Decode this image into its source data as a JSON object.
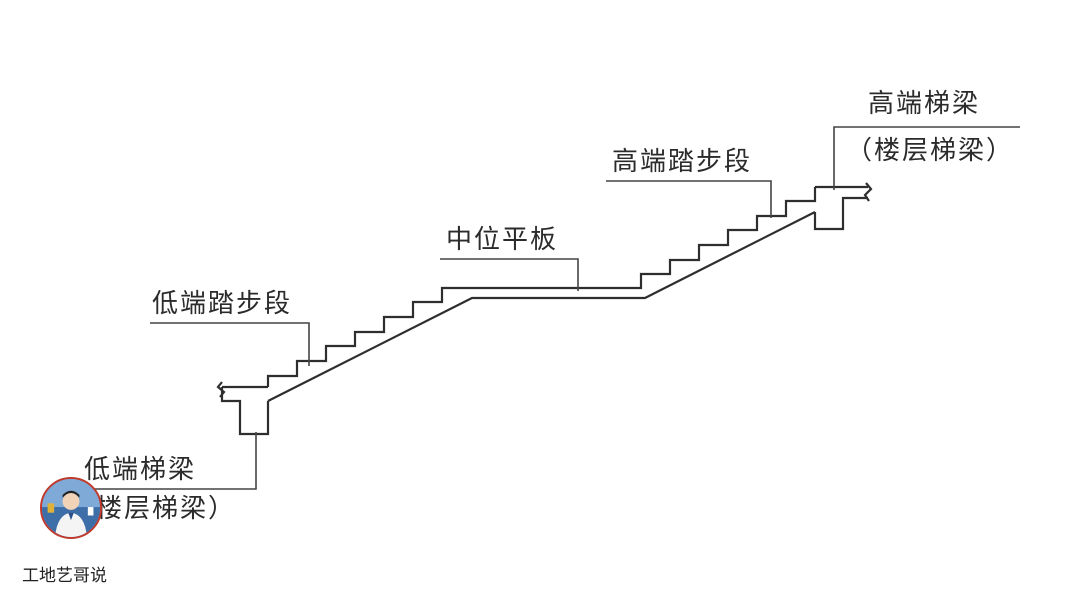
{
  "labels": {
    "high_beam_line1": "高端梯梁",
    "high_beam_line2": "（楼层梯梁）",
    "high_steps": "高端踏步段",
    "middle_slab": "中位平板",
    "low_steps": "低端踏步段",
    "low_beam_line1": "低端梯梁",
    "low_beam_line2": "楼层梯梁）"
  },
  "watermark": {
    "account_name": "工地艺哥说",
    "avatar_icon": "person-portrait-icon"
  },
  "colors": {
    "line": "#2e2e2e",
    "avatar_ring": "#c0392b",
    "avatar_bg": "#7fa9d6"
  }
}
